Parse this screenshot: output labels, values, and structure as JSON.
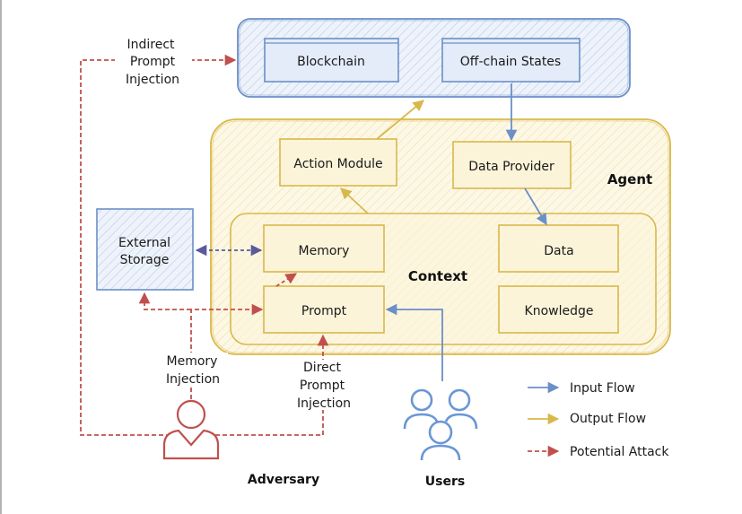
{
  "blockchain": {
    "blockchain_label": "Blockchain",
    "offchain_label": "Off-chain States"
  },
  "agent": {
    "title": "Agent",
    "action_module": "Action Module",
    "data_provider": "Data Provider",
    "context": {
      "title": "Context",
      "memory": "Memory",
      "prompt": "Prompt",
      "data": "Data",
      "knowledge": "Knowledge"
    }
  },
  "external_storage": [
    "External",
    "Storage"
  ],
  "attacks": {
    "indirect": [
      "Indirect",
      "Prompt",
      "Injection"
    ],
    "memory": [
      "Memory",
      "Injection"
    ],
    "direct": [
      "Direct",
      "Prompt",
      "Injection"
    ]
  },
  "actors": {
    "adversary": "Adversary",
    "users": "Users"
  },
  "legend": {
    "input_flow": "Input Flow",
    "output_flow": "Output Flow",
    "potential_attack": "Potential Attack"
  },
  "colors": {
    "blue": "#6b8fc7",
    "blue_fill": "#e3ecf8",
    "yellow": "#d9b84a",
    "yellow_fill": "#fbf4d9",
    "red": "#c0504d",
    "purple": "#5a5a9a",
    "user_blue": "#6a96d6"
  }
}
